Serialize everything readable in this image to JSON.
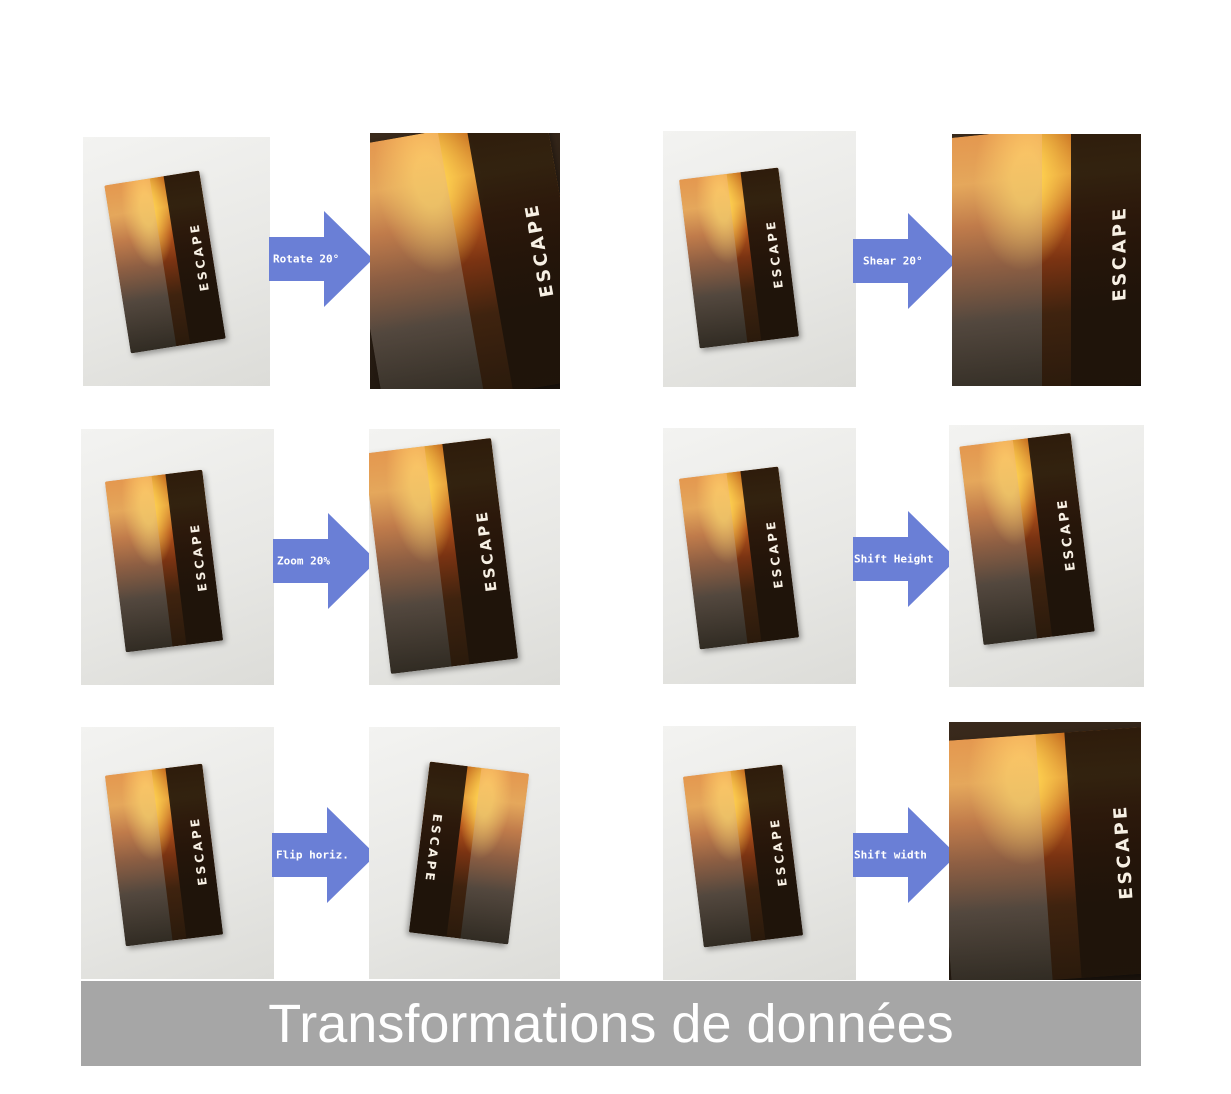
{
  "title": "Transformations de données",
  "card_brand": "ESCAPE",
  "rows": [
    {
      "label": "Rotate 20°"
    },
    {
      "label": "Shear 20°"
    },
    {
      "label": "Zoom 20%"
    },
    {
      "label": "Shift Height"
    },
    {
      "label": "Flip horiz."
    },
    {
      "label": "Shift width"
    }
  ],
  "colors": {
    "arrow": "#6a7fd6",
    "footer": "#a6a6a6"
  }
}
